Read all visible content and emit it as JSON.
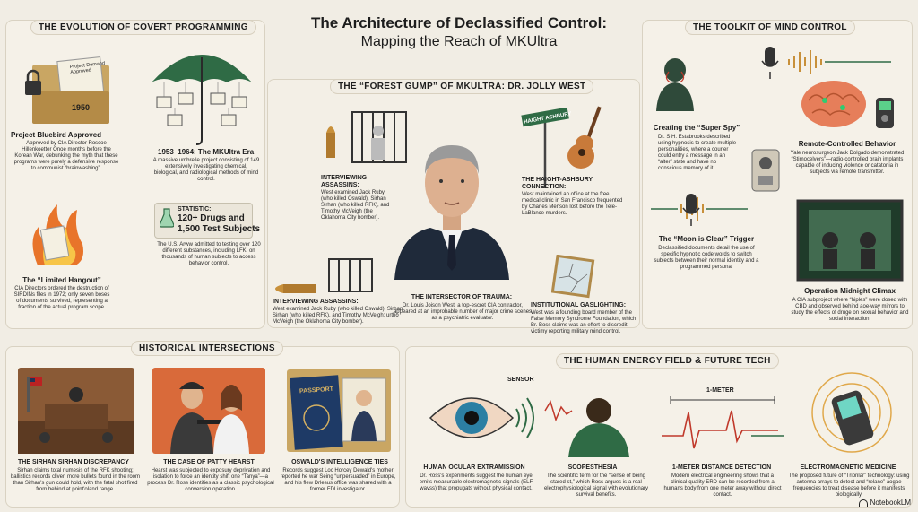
{
  "title": "The Architecture of Declassified Control:",
  "subtitle": "Mapping the Reach of MKUltra",
  "sections": {
    "evolution": "THE EVOLUTION OF COVERT PROGRAMMING",
    "toolkit": "THE TOOLKIT OF MIND CONTROL",
    "forrest": "THE “FOREST GUMP” OF MKULTRA: DR. JOLLY WEST",
    "historical": "HISTORICAL INTERSECTIONS",
    "energy": "THE HUMAN ENERGY FIELD & FUTURE TECH"
  },
  "evolution": {
    "folder_label": "Project Demand Approved",
    "folder_year": "1950",
    "bluebird_title": "Project Bluebird Approved",
    "bluebird_text": "Approved by CIA Director Roscoe Hillenkoetter Onoe months before the Korean War, debunking the myth that these programs were purely a defensive response to communist “brainwashing”.",
    "era_title": "1953–1964: The MKUltra Era",
    "era_text": "A massive umbrelle project consisting of 149 extensively investigating chemical, biological, and radiological methods of mind control.",
    "stat_label": "STATISTIC:",
    "stat_value_1": "120+ Drugs and",
    "stat_value_2": "1,500 Test Subjects",
    "army_text": "The U.S. Arww admitted to testing over 120 different substances, including LFK, on thousands of human subjects to access behavior control.",
    "hangout_title": "The “Limited Hangout”",
    "hangout_text": "CIA Directors ordered the destruction of SIRDINs files in 1972; only seven boses of documents survived, representing a fraction of the actual program scope."
  },
  "forrest": {
    "assassins_title_1": "INTERVIEWING ASSASSINS:",
    "assassins_text_1": "West examined Jack Ruby (who killed Oswald), Sirhan Sirhan (who killed RFK), and Timothy McVeigh (the Oklahoma City bomber).",
    "assassins_title_2": "INTERVIEWING ASSASSINS:",
    "assassins_text_2": "West examined Jack Ruby (who killed Oswald), Sirhan Sirhan (who killed RFK), and Timothy McVeigh; urtho McVeigh (the Oklahoma City bomber).",
    "haight_sign": "HAIGHT ASHBURY",
    "haight_title": "THE HAIGHT-ASHBURY CONNECTION:",
    "haight_text": "West maintained an office at the free medical clinic in San Francisco frequented by Charles Menson lost before the Tele-LaBlance murders.",
    "intersector_title": "THE INTERSECTOR OF TRAUMA:",
    "intersector_text": "Dr. Louis Joison West, a top-escret CIA contractor, appeared at an improbable number of major crime scenes as a psychiatric evaluator.",
    "gaslight_title": "INSTITUTIONAL GASLIGHTING:",
    "gaslight_text": "West was a founding board member of the False Memory Syndrome Foundation, which Br. Boss claims was an effort to discredit victimy reporting military mind control."
  },
  "toolkit": {
    "spy_title": "Creating the “Super Spy”",
    "spy_text": "Dr. S H. Estabrooks described using hypnosis to create multiple personalities, where a courier could entry a message in an “alter” state and have no conscious memory of it.",
    "remote_title": "Remote-Controlled Behavior",
    "remote_text": "Yale neurosurgeon Jack Dolgado demonstrated “Stimocelvers”—radio-controlled brain implants capable of inducing violence or catatonia in subjects via remote transmitter.",
    "moon_title": "The “Moon is Clear” Trigger",
    "moon_text": "Declassified documents detail the use of specific hypnotic code words to switch subjects between their normal identity and a programmed persona.",
    "midnight_title": "Operation Midnight Climax",
    "midnight_text": "A CIA subproject where “hiples” were dosed with CBD and observed behind aoe-way mirrors to study the effects of druge on sexual behavior and social interaction."
  },
  "historical": {
    "sirhan_title": "THE SIRHAN SIRHAN DISCREPANCY",
    "sirhan_text": "Sirhan claims total numesis of the RFK shooting; ballistics records cliven more bullets found in the room than Sirhan's gun could hold, with the fatal shot fired from behind at point'oland range.",
    "hearst_title": "THE CASE OF PATTY HEARST",
    "hearst_text": "Hearst was subjected to exposury deprivation and isolation to force an identity shift one “Tanya”—a process Dr. Ross identifies as a classic psychological conversion operation.",
    "passport_label": "PASSPORT",
    "oswald_title": "OSWALD'S INTELLIGENCE TIES",
    "oswald_text": "Records suggest Loc Horcey Dewald's mother reported he war Seing “unpersuaded” in Europe, and his flew Drlesus office was shared with a former FDI investigator."
  },
  "energy": {
    "sensor_label": "SENSOR",
    "meter_label": "1-METER",
    "ocular_title": "HUMAN OCULAR EXTRAMISSION",
    "ocular_text": "Dr. Ross's experiments suggest the human eye emits measurable electromagnetic signals (ELF wavss) that propugats without physical contact.",
    "scope_title": "SCOPESTHESIA",
    "scope_text": "The scientific term for the “sense of being stared st,” which Ross argues is a real electrophysiological signal with evolutionary survival benefits.",
    "meter_title": "1-METER DISTANCE DETECTION",
    "meter_text": "Modern electrical engineering shows that a clinical-quality ERD can be recorded from a humans body from one meter away without direct contact.",
    "em_title": "ELECTROMAGNETIC MEDICINE",
    "em_text": "The proposed future of “Trionlar” technology: using antenna arrays to detect and “relane” aogae frequencies to treat disease before it manifests biologically."
  },
  "brand": "NotebookLM",
  "colors": {
    "green": "#2f6b45",
    "accent": "#c0392b",
    "brain": "#e67e5a",
    "bullet": "#c8903a"
  }
}
